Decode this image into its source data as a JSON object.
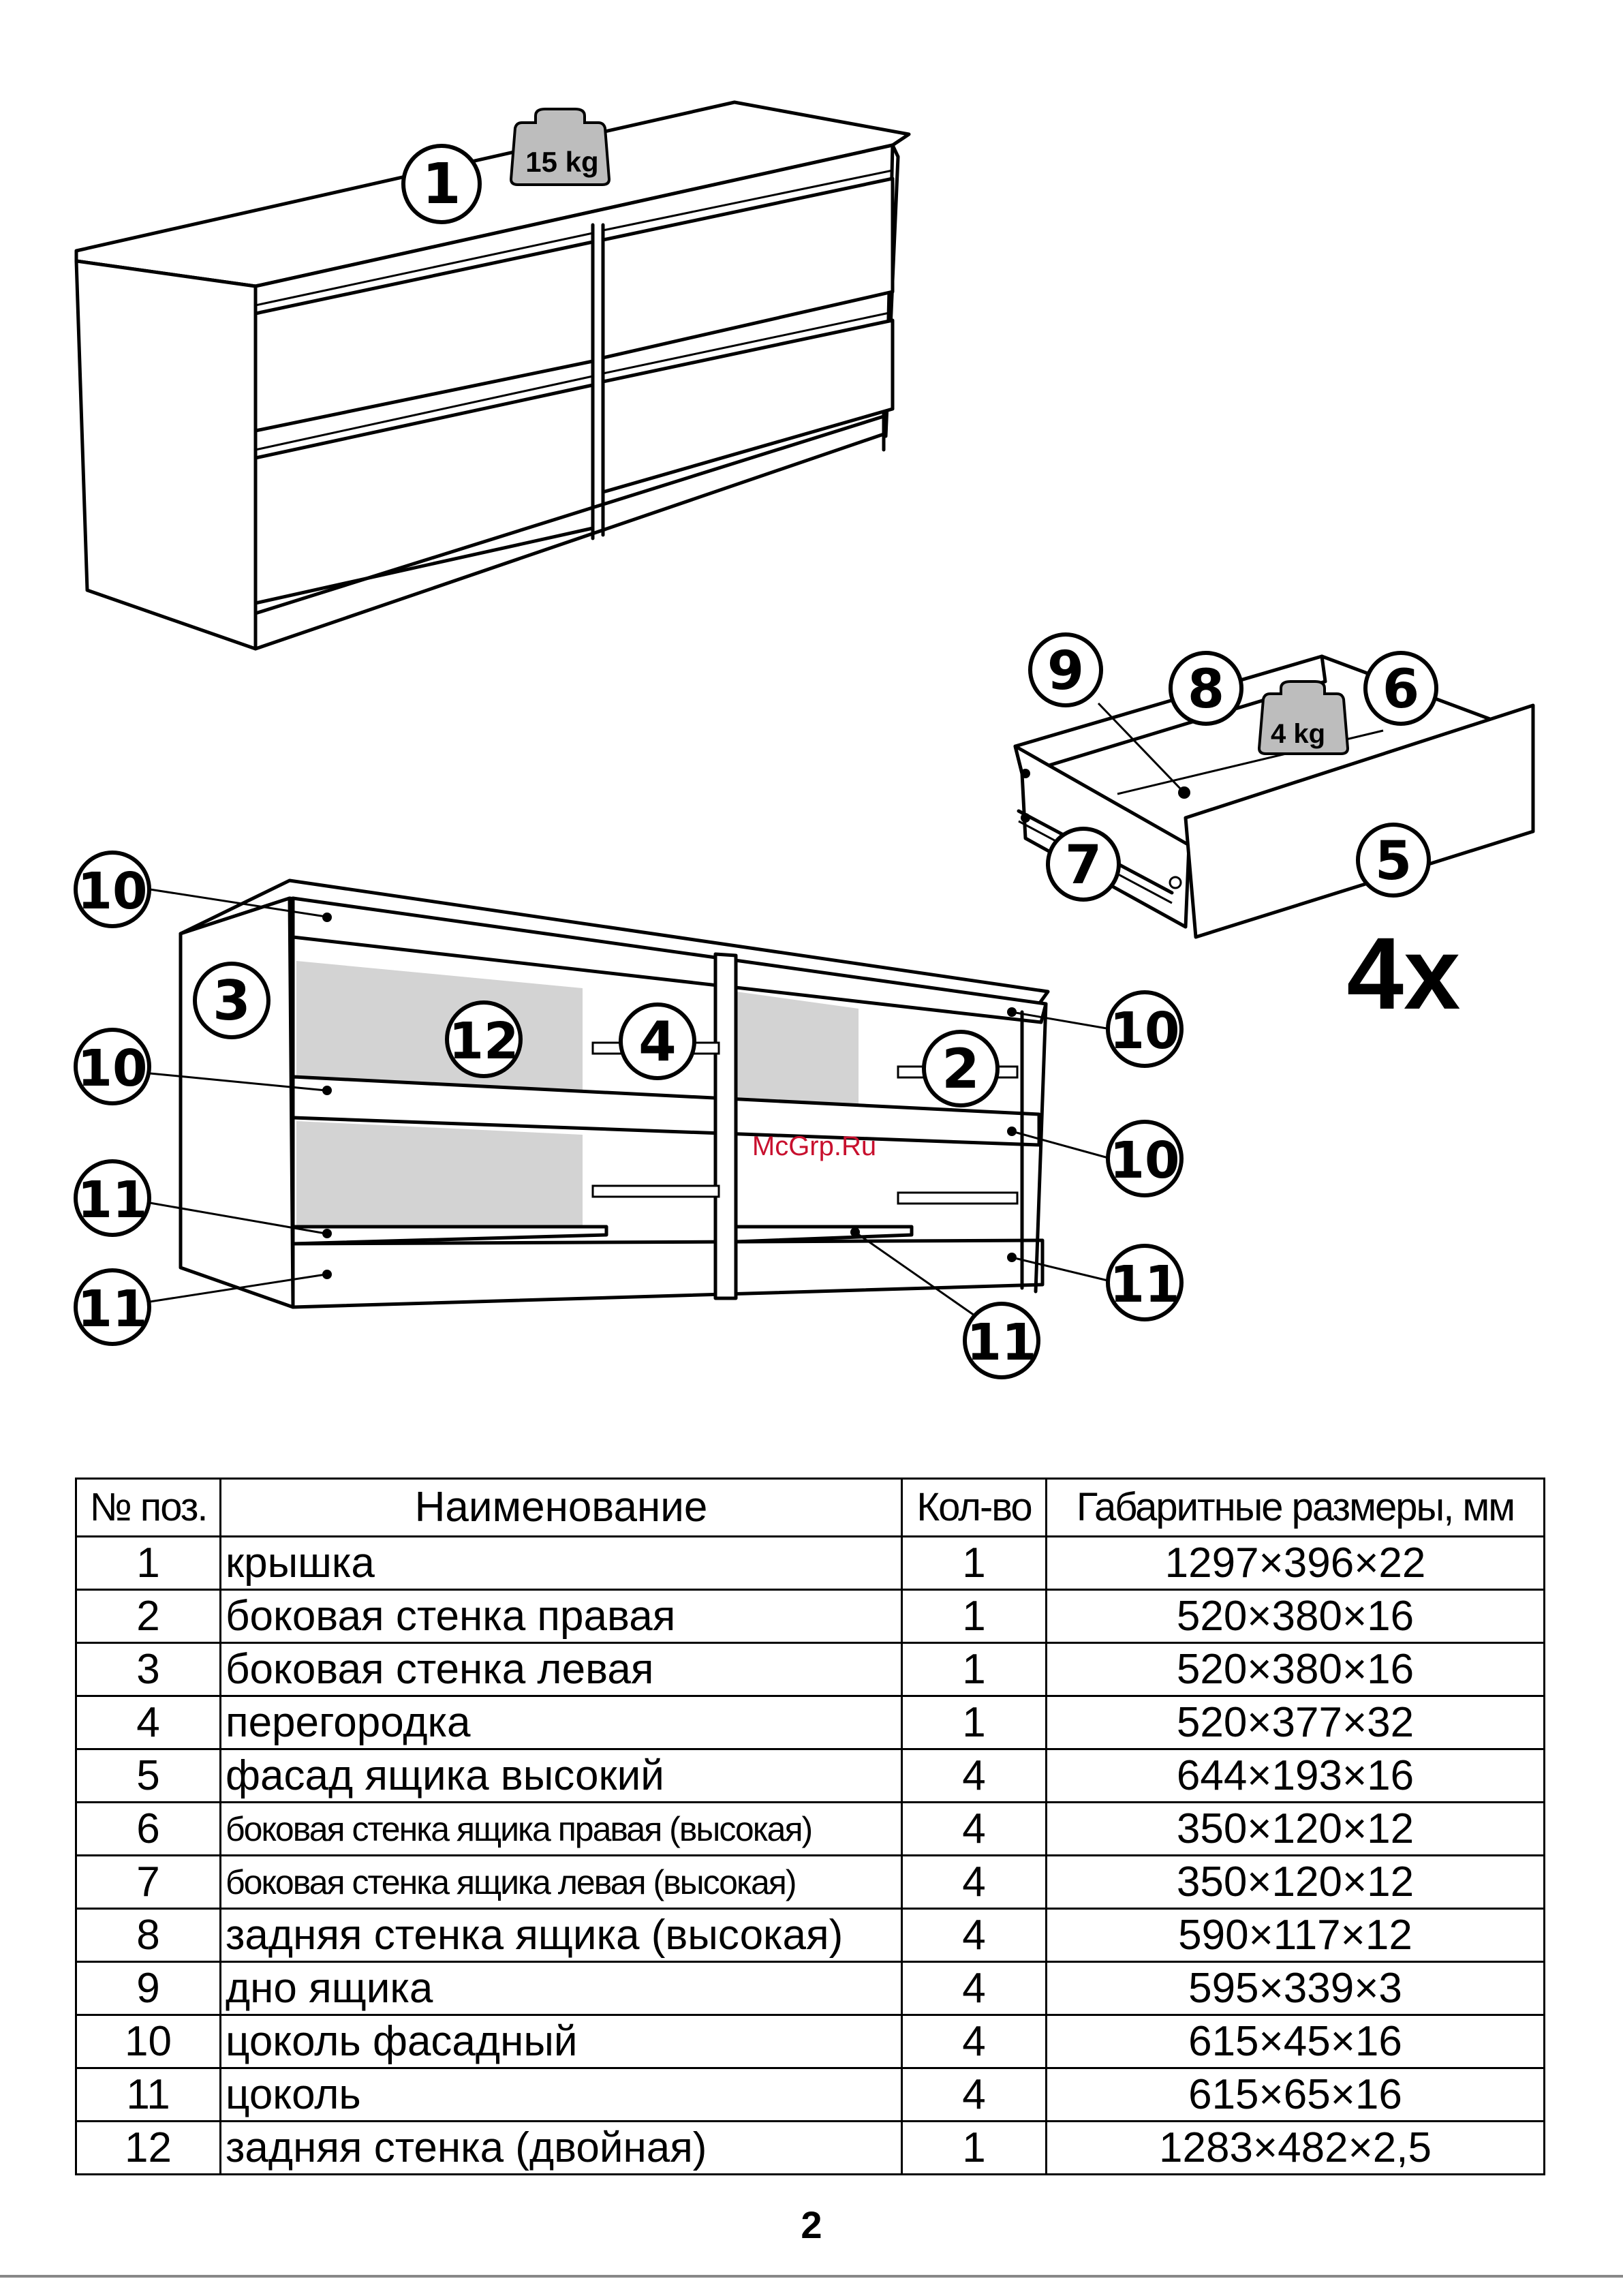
{
  "weights": {
    "dresser": "15 kg",
    "drawer": "4 kg"
  },
  "drawer_count": "4x",
  "watermark": "McGrp.Ru",
  "callouts": {
    "top": "1",
    "drawer_9": "9",
    "drawer_8": "8",
    "drawer_6": "6",
    "drawer_7": "7",
    "drawer_5": "5",
    "frame_10_top_left": "10",
    "frame_3": "3",
    "frame_10_mid_left": "10",
    "frame_12": "12",
    "frame_4": "4",
    "frame_2": "2",
    "frame_10_top_right": "10",
    "frame_10_mid_right": "10",
    "frame_11_upper_left": "11",
    "frame_11_lower_left": "11",
    "frame_11_bottom_center": "11",
    "frame_11_right": "11"
  },
  "table": {
    "headers": [
      "№ поз.",
      "Наименование",
      "Кол-во",
      "Габаритные размеры, мм"
    ],
    "rows": [
      {
        "pos": "1",
        "name": "крышка",
        "qty": "1",
        "dims": "1297×396×22"
      },
      {
        "pos": "2",
        "name": "боковая стенка правая",
        "qty": "1",
        "dims": "520×380×16"
      },
      {
        "pos": "3",
        "name": "боковая стенка левая",
        "qty": "1",
        "dims": "520×380×16"
      },
      {
        "pos": "4",
        "name": "перегородка",
        "qty": "1",
        "dims": "520×377×32"
      },
      {
        "pos": "5",
        "name": "фасад ящика высокий",
        "qty": "4",
        "dims": "644×193×16"
      },
      {
        "pos": "6",
        "name": "боковая стенка ящика правая (высокая)",
        "qty": "4",
        "dims": "350×120×12"
      },
      {
        "pos": "7",
        "name": "боковая стенка ящика левая (высокая)",
        "qty": "4",
        "dims": "350×120×12"
      },
      {
        "pos": "8",
        "name": "задняя стенка ящика (высокая)",
        "qty": "4",
        "dims": "590×117×12"
      },
      {
        "pos": "9",
        "name": "дно ящика",
        "qty": "4",
        "dims": "595×339×3"
      },
      {
        "pos": "10",
        "name": "цоколь фасадный",
        "qty": "4",
        "dims": "615×45×16"
      },
      {
        "pos": "11",
        "name": "цоколь",
        "qty": "4",
        "dims": "615×65×16"
      },
      {
        "pos": "12",
        "name": "задняя стенка (двойная)",
        "qty": "1",
        "dims": "1283×482×2,5"
      }
    ]
  },
  "page_number": "2"
}
